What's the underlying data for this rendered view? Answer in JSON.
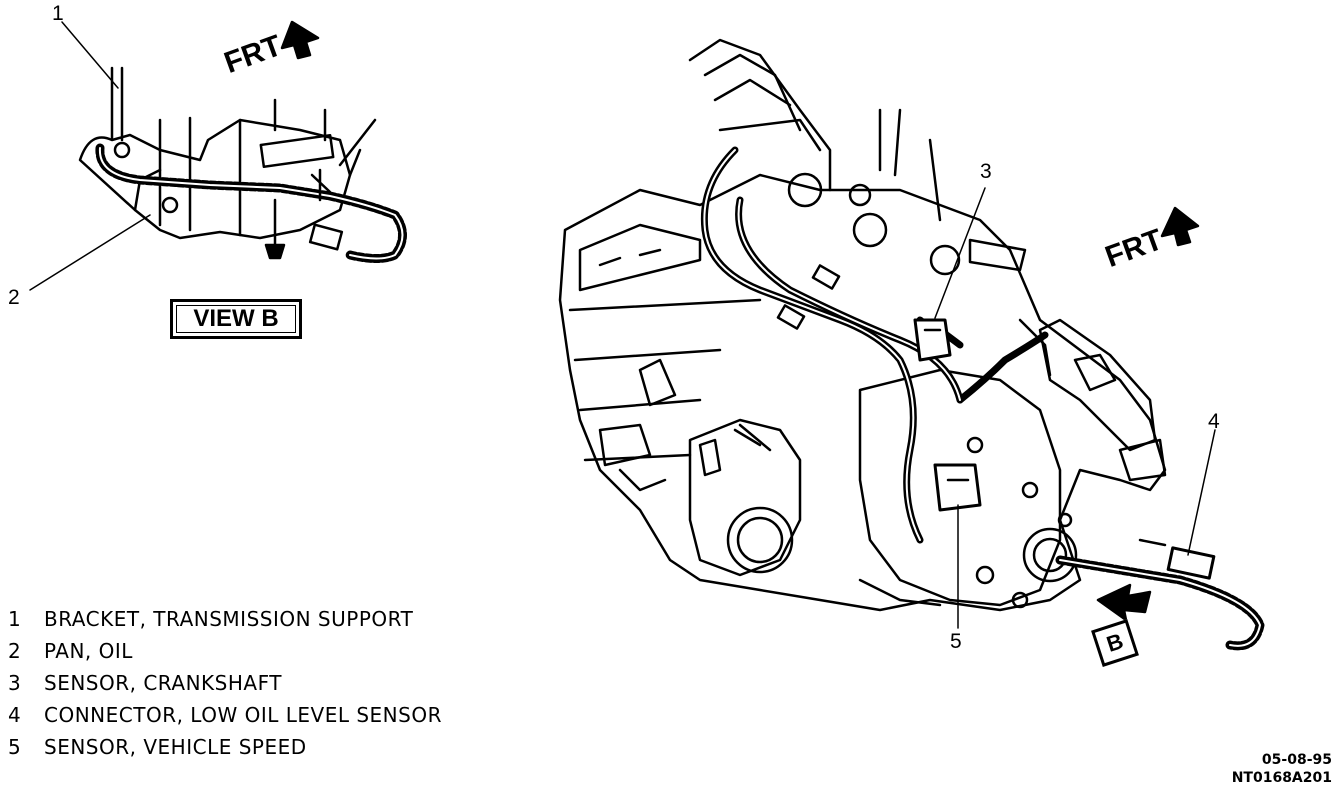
{
  "view_label": "VIEW B",
  "frt_label": "FRT",
  "view_arrow_label": "B",
  "callouts": [
    "1",
    "2",
    "3",
    "4",
    "5"
  ],
  "legend": [
    {
      "num": "1",
      "text": "BRACKET, TRANSMISSION SUPPORT"
    },
    {
      "num": "2",
      "text": "PAN, OIL"
    },
    {
      "num": "3",
      "text": "SENSOR, CRANKSHAFT"
    },
    {
      "num": "4",
      "text": "CONNECTOR, LOW OIL LEVEL SENSOR"
    },
    {
      "num": "5",
      "text": "SENSOR, VEHICLE SPEED"
    }
  ],
  "date_code": "05-08-95",
  "figure_code": "NT0168A201"
}
